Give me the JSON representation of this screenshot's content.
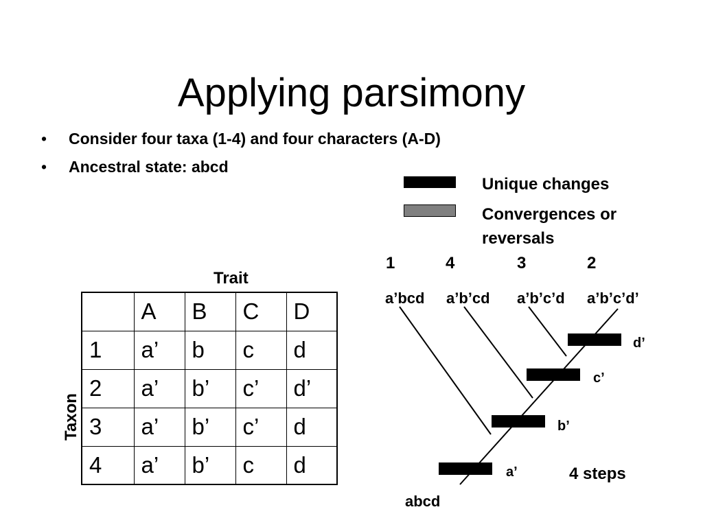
{
  "title": "Applying parsimony",
  "bullets": [
    "Consider four taxa (1-4) and four characters (A-D)",
    "Ancestral state:  abcd"
  ],
  "bullet_glyph": "•",
  "legend": {
    "unique": "Unique changes",
    "convergence_line1": "Convergences or",
    "convergence_line2": "reversals",
    "unique_color": "#000000",
    "convergence_color": "#808080"
  },
  "table": {
    "trait_label": "Trait",
    "taxon_label": "Taxon",
    "columns": [
      "",
      "A",
      "B",
      "C",
      "D"
    ],
    "rows": [
      [
        "1",
        "a’",
        "b",
        "c",
        "d"
      ],
      [
        "2",
        "a’",
        "b’",
        "c’",
        "d’"
      ],
      [
        "3",
        "a’",
        "b’",
        "c’",
        "d"
      ],
      [
        "4",
        "a’",
        "b’",
        "c",
        "d"
      ]
    ]
  },
  "tree": {
    "taxa_order": [
      "1",
      "4",
      "3",
      "2"
    ],
    "tip_states": [
      "a’bcd",
      "a’b’cd",
      "a’b’c’d",
      "a’b’c’d’"
    ],
    "root_label": "abcd",
    "changes": [
      "a’",
      "b’",
      "c’",
      "d’"
    ],
    "steps_label": "4 steps"
  }
}
